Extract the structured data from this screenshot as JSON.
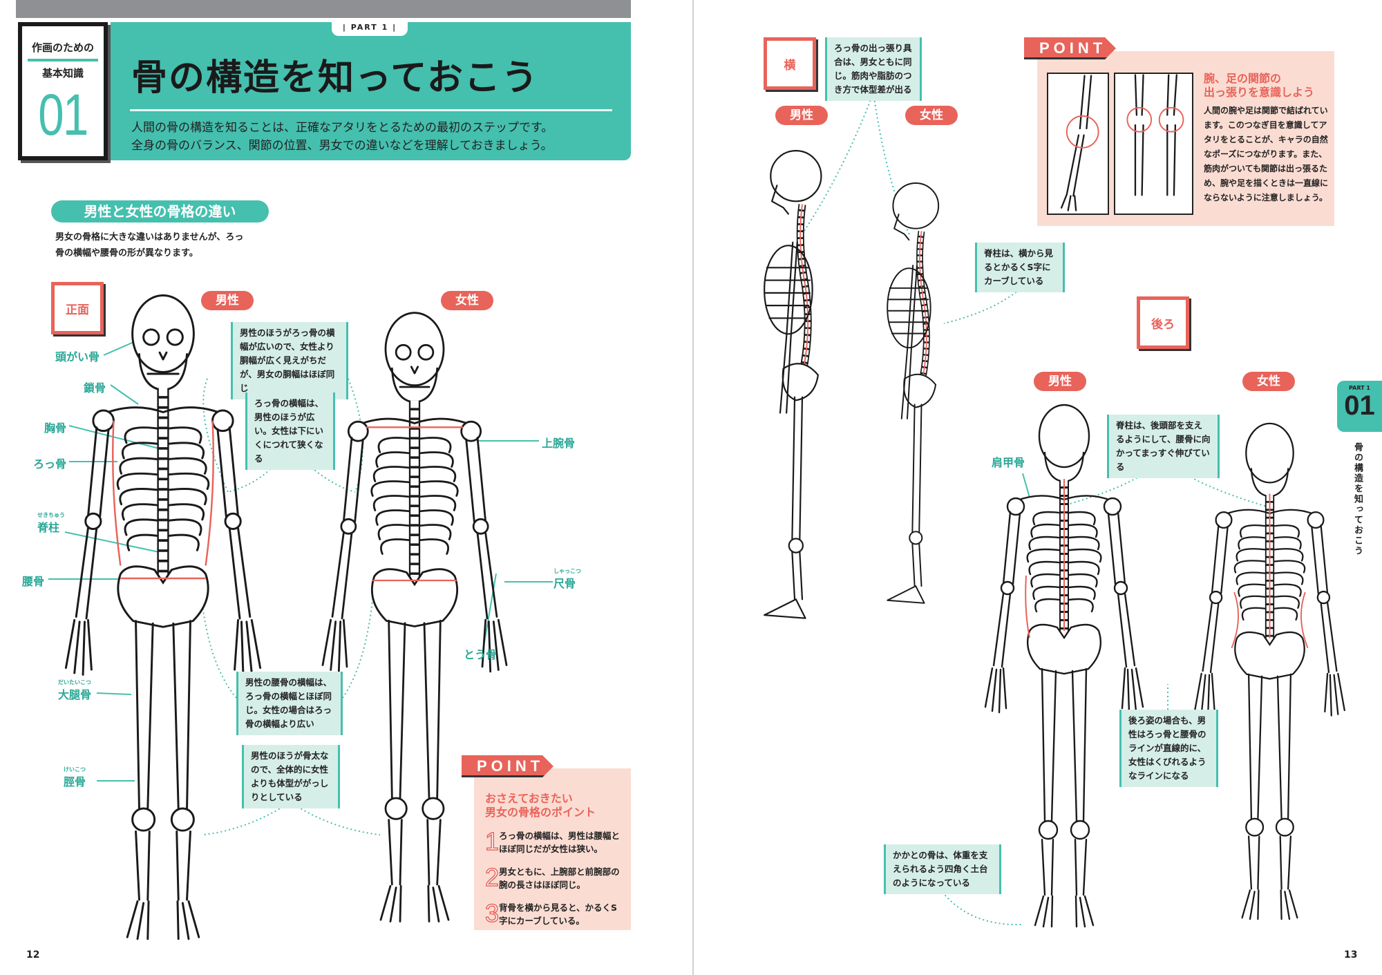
{
  "header": {
    "chapter_line1": "作画のための",
    "chapter_line2": "基本知識",
    "chapter_number": "01",
    "part_tag": "| PART 1 |",
    "title": "骨の構造を知っておこう",
    "intro_line1": "人間の骨の構造を知ることは、正確なアタリをとるための最初のステップです。",
    "intro_line2": "全身の骨のバランス、関節の位置、男女での違いなどを理解しておきましょう。"
  },
  "section": {
    "title": "男性と女性の骨格の違い",
    "desc_line1": "男女の骨格に大きな違いはありませんが、ろっ",
    "desc_line2": "骨の横幅や腰骨の形が異なります。"
  },
  "views": {
    "front": "正面",
    "side": "横",
    "back": "後ろ"
  },
  "gender": {
    "male": "男性",
    "female": "女性"
  },
  "bone_labels": {
    "skull": "頭がい骨",
    "clavicle": "鎖骨",
    "sternum": "胸骨",
    "ribs": "ろっ骨",
    "spine": "脊柱",
    "spine_ruby": "せきちゅう",
    "hip": "腰骨",
    "femur": "大腿骨",
    "femur_ruby": "だいたいこつ",
    "tibia": "脛骨",
    "tibia_ruby": "けいこつ",
    "humerus": "上腕骨",
    "ulna": "尺骨",
    "ulna_ruby": "しゃっこつ",
    "radius": "とう骨",
    "scapula": "肩甲骨"
  },
  "notes": {
    "front_1": "男性のほうがろっ骨の横幅が広いので、女性より胴幅が広く見えがちだが、男女の胴幅はほぼ同じ",
    "front_2": "ろっ骨の横幅は、男性のほうが広い。女性は下にいくにつれて狭くなる",
    "front_3": "男性の腰骨の横幅は、ろっ骨の横幅とほぼ同じ。女性の場合はろっ骨の横幅より広い",
    "front_4": "男性のほうが骨太なので、全体的に女性よりも体型ががっしりとしている",
    "side_1": "ろっ骨の出っ張り具合は、男女ともに同じ。筋肉や脂肪のつき方で体型差が出る",
    "side_2": "脊柱は、横から見るとかるくS字にカーブしている",
    "back_1": "脊柱は、後頭部を支えるようにして、腰骨に向かってまっすぐ伸びている",
    "back_2": "後ろ姿の場合も、男性はろっ骨と腰骨のラインが直線的に、女性はくびれるようなラインになる",
    "back_3": "かかとの骨は、体重を支えられるよう四角く土台のようになっている"
  },
  "point_left": {
    "tag": "POINT",
    "heading_line1": "おさえておきたい",
    "heading_line2": "男女の骨格のポイント",
    "items": [
      {
        "num": "1",
        "text": "ろっ骨の横幅は、男性は腰幅とほぼ同じだが女性は狭い。"
      },
      {
        "num": "2",
        "text": "男女ともに、上腕部と前腕部の腕の長さはほぼ同じ。"
      },
      {
        "num": "3",
        "text": "背骨を横から見ると、かるくS字にカーブしている。"
      }
    ]
  },
  "point_right": {
    "tag": "POINT",
    "heading_line1": "腕、足の関節の",
    "heading_line2": "出っ張りを意識しよう",
    "body": "人間の腕や足は関節で結ばれています。このつなぎ目を意識してアタリをとることが、キャラの自然なポーズにつながります。また、筋肉がついても関節は出っ張るため、腕や足を描くときは一直線にならないように注意しましょう。"
  },
  "side_tab": {
    "part": "PART 1",
    "number": "01",
    "vertical_title": "骨の構造を知っておこう"
  },
  "page_numbers": {
    "left": "12",
    "right": "13"
  },
  "colors": {
    "teal": "#45bfae",
    "coral": "#e8635a",
    "pink": "#fbdcd2",
    "note_bg": "#d6eee8"
  }
}
